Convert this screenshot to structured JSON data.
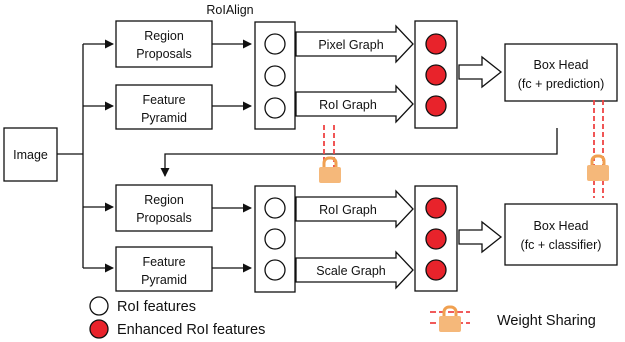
{
  "header": {
    "roialign_label": "RoIAlign"
  },
  "input": {
    "label": "Image"
  },
  "top_branch": {
    "region_proposals": [
      "Region",
      "Proposals"
    ],
    "feature_pyramid": [
      "Feature",
      "Pyramid"
    ],
    "graph_1": "Pixel Graph",
    "graph_2": "RoI Graph",
    "box_head": [
      "Box Head",
      "(fc + prediction)"
    ]
  },
  "bottom_branch": {
    "region_proposals": [
      "Region",
      "Proposals"
    ],
    "feature_pyramid": [
      "Feature",
      "Pyramid"
    ],
    "graph_1": "RoI Graph",
    "graph_2": "Scale Graph",
    "box_head": [
      "Box Head",
      "(fc + classifier)"
    ]
  },
  "legend": {
    "roi_features": "RoI  features",
    "enhanced_roi_features": "Enhanced RoI features",
    "weight_sharing": "Weight Sharing"
  },
  "colors": {
    "stroke": "#111111",
    "red_feature": "#e8232b",
    "lock_body": "#f5b87a",
    "lock_shackle": "#f0a050",
    "dash_red": "#ee4444"
  },
  "icons": {
    "lock": "lock-icon"
  }
}
